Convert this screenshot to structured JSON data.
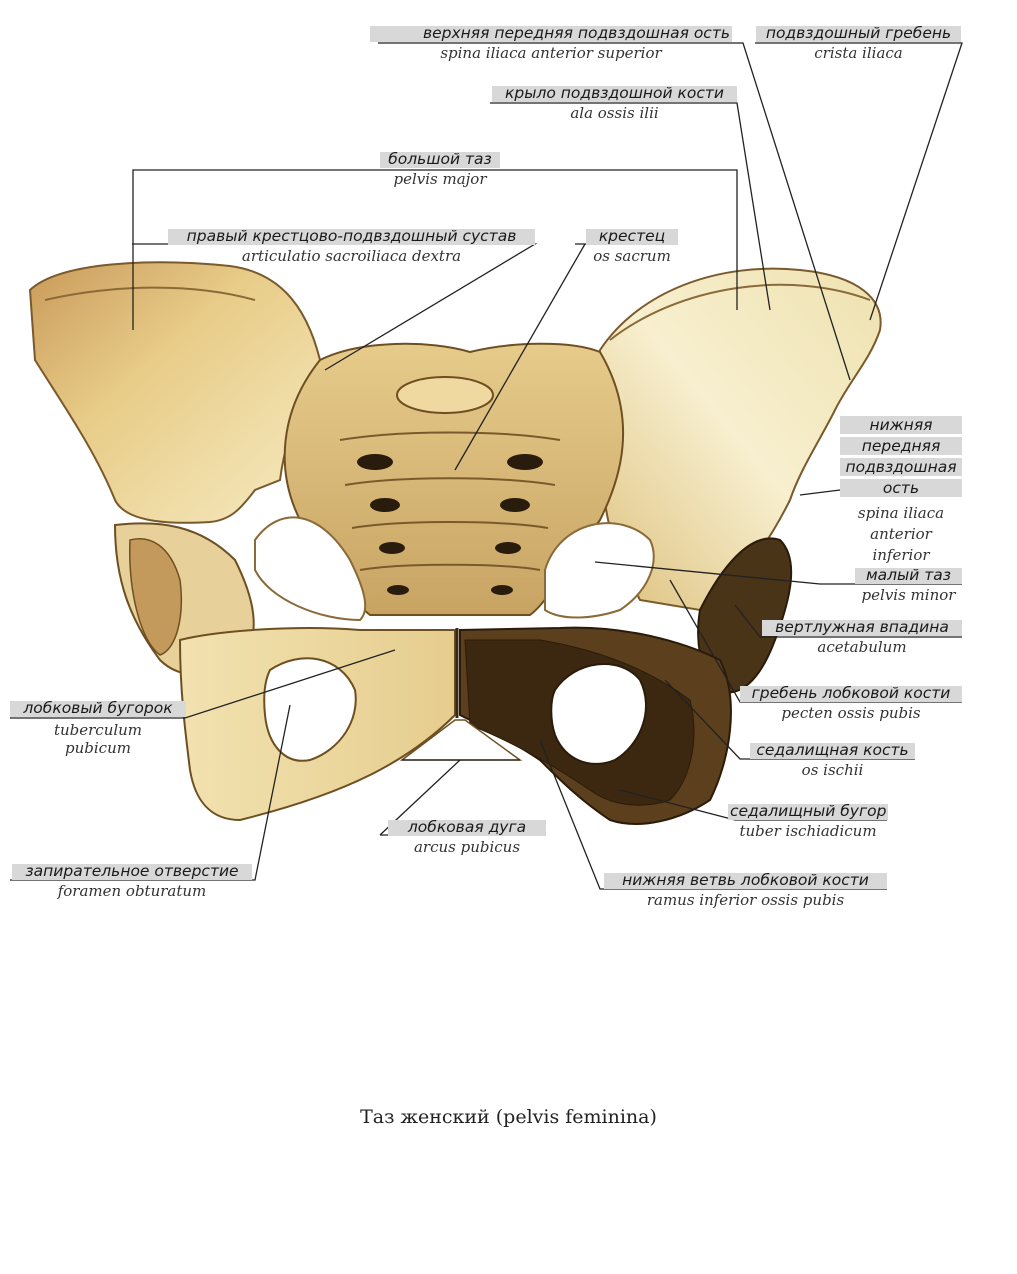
{
  "title": "Таз женский (pelvis feminina)",
  "labels": {
    "sias": {
      "ru": "верхняя передняя подвздошная ость",
      "la": "spina iliaca anterior superior"
    },
    "crista": {
      "ru": "подвздошный гребень",
      "la": "crista iliaca"
    },
    "ala": {
      "ru": "крыло подвздошной кости",
      "la": "ala ossis ilii"
    },
    "major": {
      "ru": "большой таз",
      "la": "pelvis major"
    },
    "sacroiliac": {
      "ru": "правый крестцово-подвздошный сустав",
      "la": "articulatio sacroiliaca dextra"
    },
    "sacrum": {
      "ru": "крестец",
      "la": "os sacrum"
    },
    "aiis": {
      "ru": [
        "нижняя",
        "передняя",
        "подвздошная",
        "ость"
      ],
      "la": [
        "spina iliaca",
        "anterior",
        "inferior"
      ]
    },
    "minor": {
      "ru": "малый таз",
      "la": "pelvis minor"
    },
    "acetabulum": {
      "ru": "вертлужная впадина",
      "la": "acetabulum"
    },
    "pecten": {
      "ru": "гребень лобковой кости",
      "la": "pecten ossis pubis"
    },
    "ischii": {
      "ru": "седалищная кость",
      "la": "os ischii"
    },
    "tuber": {
      "ru": "седалищный бугор",
      "la": "tuber ischiadicum"
    },
    "ramus": {
      "ru": "нижняя ветвь лобковой кости",
      "la": "ramus inferior ossis pubis"
    },
    "arcus": {
      "ru": "лобковая дуга",
      "la": "arcus pubicus"
    },
    "tuberculum": {
      "ru": "лобковый бугорок",
      "la": [
        "tuberculum",
        "pubicum"
      ]
    },
    "foramen": {
      "ru": "запирательное отверстие",
      "la": "foramen obturatum"
    }
  },
  "colors": {
    "bone_light": "#f4e7b8",
    "bone_mid": "#e2c47c",
    "bone_dark": "#a7864a",
    "shadow": "#3b2a16",
    "leader": "#222222"
  }
}
